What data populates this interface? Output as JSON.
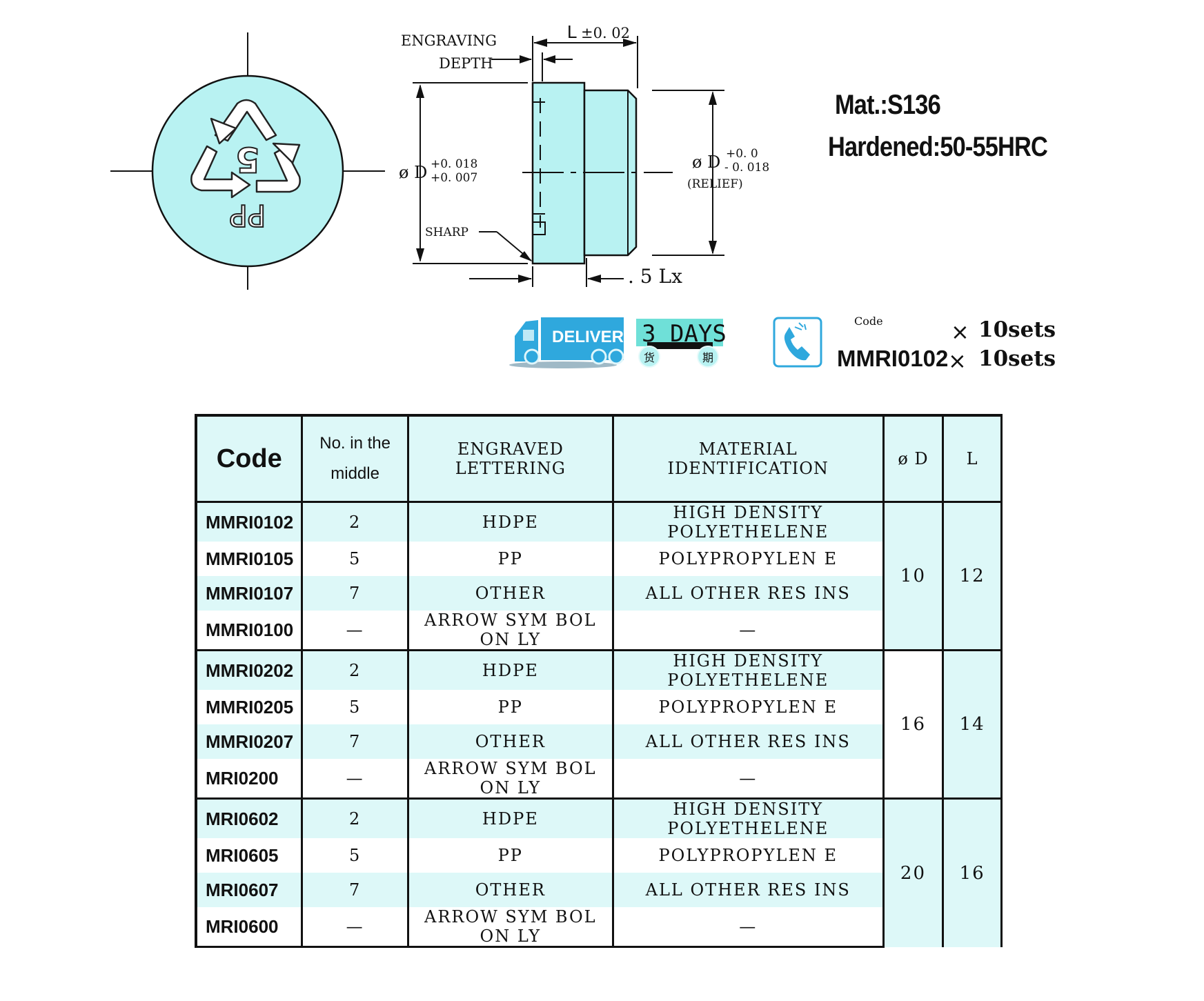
{
  "drawing": {
    "top_view": {
      "number": "5",
      "resin_code": "PP"
    },
    "labels": {
      "engraving_line1": "ENGRAVING",
      "engraving_line2": "DEPTH",
      "length": "L",
      "length_tol": "±0. 02",
      "diameter": "ø D",
      "diameter_tol_upper": "+0. 018",
      "diameter_tol_lower": "+0. 007",
      "relief_diameter": "ø D",
      "relief_tol_upper": "+0. 0",
      "relief_tol_lower": "- 0. 018",
      "relief": "(RELIEF)",
      "sharp": "SHARP",
      "relief_length": ". 5 Lx"
    }
  },
  "material": {
    "mat": "Mat.:S136",
    "hardened": "Hardened:50-55HRC"
  },
  "delivery": {
    "label": "DELIVERY",
    "days": "3 DAYS",
    "char1": "货",
    "char2": "期"
  },
  "order": {
    "phone_icon": "phone-icon",
    "code_label": "Code",
    "code_value": "MMRI0102",
    "times": "×",
    "qty1": "10sets",
    "qty2": "10sets"
  },
  "table": {
    "headers": {
      "code": "Code",
      "no_line1": "No. in the",
      "no_line2": "middle",
      "engraved_line1": "ENGRAVED",
      "engraved_line2": "LETTERING",
      "material_line1": "MATERIAL",
      "material_line2": "IDENTIFICATION",
      "diameter": "ø D",
      "length": "L"
    },
    "rows": [
      {
        "code": "MMRI0102",
        "no": "2",
        "lettering": "HDPE",
        "material": "HIGH  DENSITY POLYETHELENE"
      },
      {
        "code": "MMRI0105",
        "no": "5",
        "lettering": "PP",
        "material": "POLYPROPYLEN E"
      },
      {
        "code": "MMRI0107",
        "no": "7",
        "lettering": "OTHER",
        "material": "ALL OTHER RES INS"
      },
      {
        "code": "MMRI0100",
        "no": "—",
        "lettering": "ARROW  SYM BOL ON LY",
        "material": "—"
      },
      {
        "code": "MMRI0202",
        "no": "2",
        "lettering": "HDPE",
        "material": "HIGH  DENSITY POLYETHELENE"
      },
      {
        "code": "MMRI0205",
        "no": "5",
        "lettering": "PP",
        "material": "POLYPROPYLEN E"
      },
      {
        "code": "MMRI0207",
        "no": "7",
        "lettering": "OTHER",
        "material": "ALL OTHER RES INS"
      },
      {
        "code": "MRI0200",
        "no": "—",
        "lettering": "ARROW  SYM BOL ON LY",
        "material": "—"
      },
      {
        "code": "MRI0602",
        "no": "2",
        "lettering": "HDPE",
        "material": "HIGH  DENSITY POLYETHELENE"
      },
      {
        "code": "MRI0605",
        "no": "5",
        "lettering": "PP",
        "material": "POLYPROPYLEN E"
      },
      {
        "code": "MRI0607",
        "no": "7",
        "lettering": "OTHER",
        "material": "ALL OTHER RES INS"
      },
      {
        "code": "MRI0600",
        "no": "—",
        "lettering": "ARROW  SYM BOL ON LY",
        "material": "—"
      }
    ],
    "groups": [
      {
        "d": "10",
        "l": "12"
      },
      {
        "d": "16",
        "l": "14"
      },
      {
        "d": "20",
        "l": "16"
      }
    ]
  },
  "colors": {
    "fill": "#b8f2f2",
    "light": "#ddf8f8",
    "truck": "#2fa8dd",
    "days_bg": "#6fe0d8",
    "line": "#111111"
  }
}
